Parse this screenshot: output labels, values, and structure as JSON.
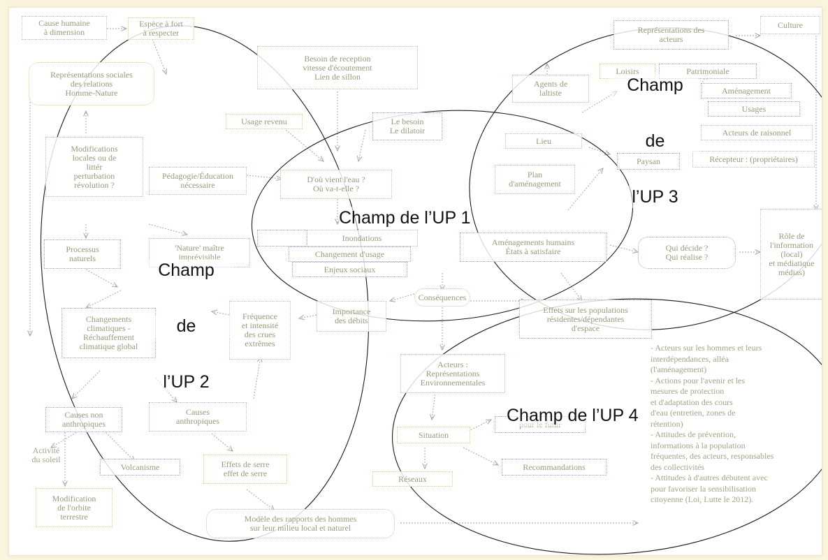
{
  "fields": {
    "up1": "Champ de l’UP 1",
    "up2_line1": "Champ",
    "up2_line2": "de",
    "up2_line3": "l’UP 2",
    "up3_line1": "Champ",
    "up3_line2": "de",
    "up3_line3": "l’UP 3",
    "up4": "Champ de l’UP 4"
  },
  "nodes": {
    "n1": "Cause humaine\nà dimension",
    "n2": "Espèce à fort\nà respecter",
    "n3": "Représentations sociales\ndes relations\nHomme-Nature",
    "n4": "Besoin de reception\nvitesse d'écoutement\nLien de sillon",
    "n5": "Représentations des\nacteurs",
    "n6": "Culture",
    "n7": "Loisirs",
    "n8": "Patrimoniale",
    "n9": "Agents de\nlaltiste",
    "n10": "Aménagement",
    "n11": "Usages",
    "n12": "Acteurs de raisonnel",
    "n13": "Usage revenu",
    "n14": "Le besoin\nLe dilatoir",
    "n15": "Lieu",
    "n16": "Paysan",
    "n17": "Modifications\nlocales ou de\nlittér\nperturbation\nrévolution ?",
    "n18": "Pédagogie/Éducation\nnécessaire",
    "n19": "D'où vient l'eau ?\nOù va-t-elle ?",
    "n20": "Plan\nd'aménagement",
    "n21": "Inondations",
    "n22": "Changement d'usage",
    "n23": "Enjeux sociaux",
    "n24": "Aménagements humains\nÉtats à satisfaire",
    "n25": "Qui décide ?\nQui réalise ?",
    "n26": "Rôle de\nl'information\n(local)\net médiatique\nmédias)",
    "n27": "Processus\nnaturels",
    "n28": "'Nature' maître\nimprévisible",
    "n29": "Changements\nclimatiques -\nRéchauffement\nclimatique global",
    "n30": "Fréquence\net intensité\ndes crues\nextrêmes",
    "n31": "Importance\ndes débits",
    "n32": "Conséquences",
    "n33": "Effets sur les populations\nrésidentes/dépendantes\nd'espace",
    "n34": "Acteurs :\nReprésentations\nEnvironnementales",
    "n35": "Causes non\nanthropiques",
    "n36": "Causes\nanthropiques",
    "n37": "Situation",
    "n38": "pour le futur",
    "n39": "Activité\ndu soleil",
    "n40": "Volcanisme",
    "n41": "Effets de serre\neffet de serre",
    "n42": "Recommandations",
    "n43": "Réseaux",
    "n44": "Modification\nde l'orbite\nterrestre",
    "n45": "Modèle des rapports des hommes\nsur leur milieu local et naturel",
    "n46": "Récepteur : (propriétaires)"
  },
  "notes": "- Acteurs sur les hommes et leurs\ninterdépendances, alléa\n(l'aménagement)\n- Actions pour l'avenir et les\nmesures de protection\net d'adaptation des cours\nd'eau (entretien, zones de\nrétention)\n- Attitudes de prévention,\ninformations à la population\nfréquentes, des acteurs, responsables\ndes collectivités\n- Attitudes à d'autres débutent avec\npour favoriser la sensibilisation\ncitoyenne (Loi, Lutte le 2012)."
}
